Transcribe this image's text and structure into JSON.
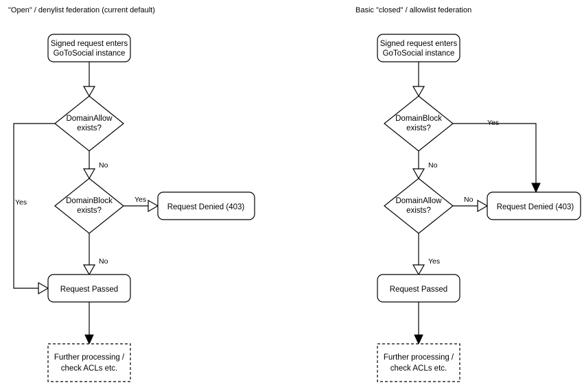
{
  "diagram": {
    "title_left": "\"Open\" / denylist federation (current default)",
    "title_right": "Basic \"closed\" / allowlist federation",
    "columns": [
      {
        "id": "open-denylist",
        "title": "\"Open\" / denylist federation (current default)",
        "nodes": {
          "entry": "Signed request enters\nGoToSocial instance",
          "entry_line1": "Signed request enters",
          "entry_line2": "GoToSocial instance",
          "decision1_line1": "DomainAllow",
          "decision1_line2": "exists?",
          "decision2_line1": "DomainBlock",
          "decision2_line2": "exists?",
          "denied": "Request Denied (403)",
          "passed": "Request Passed",
          "further_line1": "Further processing /",
          "further_line2": "check ACLs etc."
        },
        "edges": {
          "allow_yes": "Yes",
          "allow_no": "No",
          "block_yes": "Yes",
          "block_no": "No"
        }
      },
      {
        "id": "closed-allowlist",
        "title": "Basic \"closed\" / allowlist federation",
        "nodes": {
          "entry": "Signed request enters\nGoToSocial instance",
          "entry_line1": "Signed request enters",
          "entry_line2": "GoToSocial instance",
          "decision1_line1": "DomainBlock",
          "decision1_line2": "exists?",
          "decision2_line1": "DomainAllow",
          "decision2_line2": "exists?",
          "denied": "Request Denied (403)",
          "passed": "Request Passed",
          "further_line1": "Further processing /",
          "further_line2": "check ACLs etc."
        },
        "edges": {
          "block_yes": "Yes",
          "block_no": "No",
          "allow_no": "No",
          "allow_yes": "Yes"
        }
      }
    ],
    "colors": {
      "stroke": "#000000",
      "fill": "#ffffff",
      "text": "#000000",
      "background": "#ffffff"
    }
  }
}
